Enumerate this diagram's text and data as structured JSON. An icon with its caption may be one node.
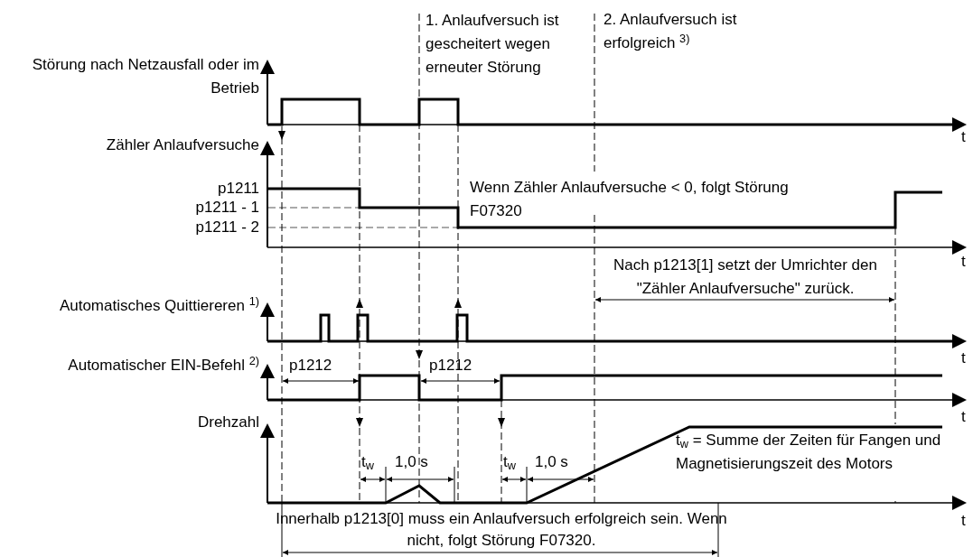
{
  "diagram": {
    "labels": [
      "1. Anlaufversuch ist gescheitert wegen erneuter Störung",
      "2. Anlaufversuch ist erfolgreich $^{3)}$",
      "Störung nach Netzausfall oder im Betrieb",
      "t",
      "Zähler Anlaufversuche",
      "p1211",
      "p1211 - 1",
      "p1211 - 2",
      "Wenn Zähler Anlaufversuche < 0, folgt Störung F07320",
      "t",
      "Nach p1213[1] setzt der Umrichter den \"Zähler Anlaufversuche\" zurück.",
      "Automatisches Quittiereren $^{1)}$",
      "t",
      "Automatischer EIN-Befehl $^{2)}$",
      "p1212",
      "p1212",
      "t",
      "Drehzahl",
      "t$_{w}$",
      "1,0 s",
      "t$_{w}$",
      "1,0 s",
      "t$_{w}$ = Summe der Zeiten für Fangen und Magnetisierungszeit des Motors",
      "t",
      "Innerhalb p1213[0] muss ein Anlaufversuch erfolgreich sein. Wenn nicht, folgt Störung F07320."
    ]
  }
}
